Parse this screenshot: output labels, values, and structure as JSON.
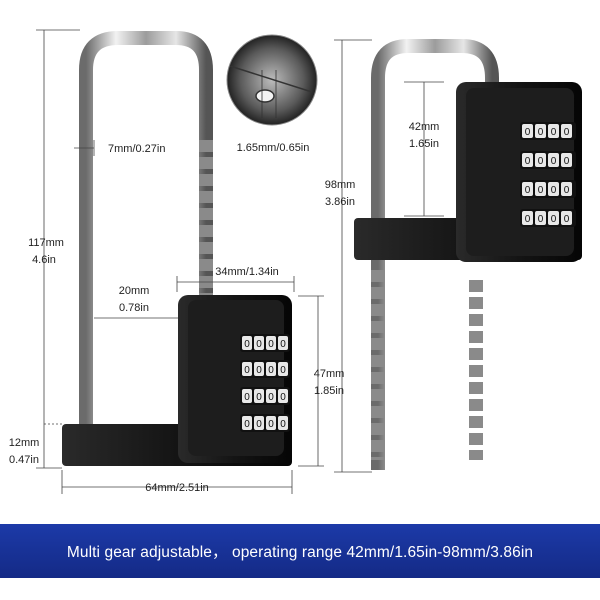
{
  "dimensions": {
    "total_height": [
      "117mm",
      "4.6in"
    ],
    "shackle_diameter": "7mm/0.27in",
    "gap_width": [
      "20mm",
      "0.78in"
    ],
    "body_width": "34mm/1.34in",
    "body_height": [
      "47mm",
      "1.85in"
    ],
    "base_height": [
      "12mm",
      "0.47in"
    ],
    "overall_width": "64mm/2.51in",
    "pin_diameter": "1.65mm/0.65in",
    "min_range": [
      "42mm",
      "1.65in"
    ],
    "max_range": [
      "98mm",
      "3.86in"
    ]
  },
  "dial_digits": [
    "0",
    "0",
    "0",
    "0"
  ],
  "banner": {
    "text": "Multi gear adjustable，  operating range 42mm/1.65in-98mm/3.86in"
  }
}
